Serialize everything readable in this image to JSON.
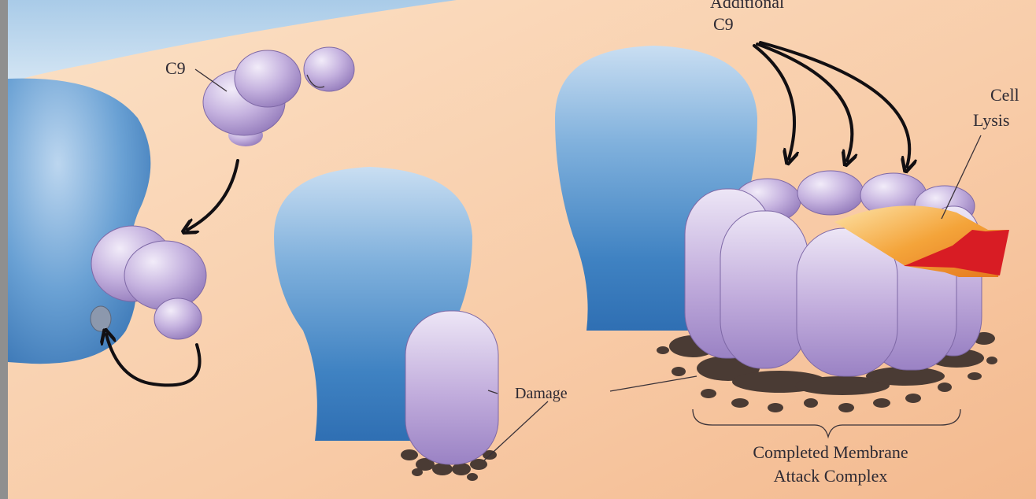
{
  "labels": {
    "c9": "C9",
    "additional_c9_line1": "Additional",
    "additional_c9_line2": "C9",
    "cell_lysis_line1": "Cell",
    "cell_lysis_line2": "Lysis",
    "damage": "Damage",
    "mac_line1": "Completed Membrane",
    "mac_line2": "Attack Complex"
  },
  "colors": {
    "background_membrane": "#f7c9a4",
    "extracellular": "#bcd7ee",
    "complement_blue": "#4a86c4",
    "c9_purple": "#b9a2d4",
    "damage_dots": "#4a3b34",
    "lysis_orange": "#f0a03a",
    "lysis_red": "#d81c24"
  }
}
